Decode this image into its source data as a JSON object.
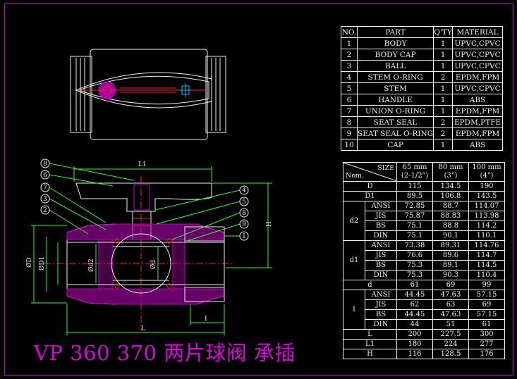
{
  "title": "VP 360 370 两片球阀 承插",
  "colors": {
    "background": "#000000",
    "frame": "#d000d0",
    "lines": "#f0f0f0",
    "hidden": "#ff2020",
    "section": "#c000c0",
    "dimension": "#20ff20",
    "accent": "#00c0ff",
    "highlight": "#ffff40"
  },
  "parts_table": {
    "headers": [
      "NO.",
      "PART",
      "Q'TY",
      "MATERIAL"
    ],
    "rows": [
      [
        "1",
        "BODY",
        "1",
        "UPVC,CPVC"
      ],
      [
        "2",
        "BODY CAP",
        "1",
        "UPVC,CPVC"
      ],
      [
        "3",
        "BALL",
        "1",
        "UPVC,CPVC"
      ],
      [
        "4",
        "STEM O-RING",
        "2",
        "EPDM,FPM"
      ],
      [
        "5",
        "STEM",
        "1",
        "UPVC,CPVC"
      ],
      [
        "6",
        "HANDLE",
        "1",
        "ABS"
      ],
      [
        "7",
        "UNION O-RING",
        "1",
        "EPDM,FPM"
      ],
      [
        "8",
        "SEAT SEAL",
        "2",
        "EPDM,PTFE"
      ],
      [
        "9",
        "SEAT SEAL O-RING",
        "2",
        "EPDM,FPM"
      ],
      [
        "10",
        "CAP",
        "1",
        "ABS"
      ]
    ]
  },
  "dim_table": {
    "corner_top": "SIZE",
    "corner_bottom": "Nom.",
    "sizes": [
      {
        "mm": "65 mm",
        "inch": "(2-1/2\")"
      },
      {
        "mm": "80 mm",
        "inch": "(3\")"
      },
      {
        "mm": "100 mm",
        "inch": "(4\")"
      }
    ],
    "rows": [
      {
        "group": "D",
        "std": "",
        "values": [
          "115",
          "134.5",
          "190"
        ]
      },
      {
        "group": "D1",
        "std": "",
        "values": [
          "89.5",
          "106.8",
          "143.5"
        ]
      },
      {
        "group": "d2",
        "std": "ANSI",
        "values": [
          "72.85",
          "88.7",
          "114.07"
        ]
      },
      {
        "group": "",
        "std": "JIS",
        "values": [
          "75.87",
          "88.83",
          "113.98"
        ]
      },
      {
        "group": "",
        "std": "BS",
        "values": [
          "75.1",
          "88.8",
          "114.2"
        ]
      },
      {
        "group": "",
        "std": "DIN",
        "values": [
          "75.1",
          "90.1",
          "110.1"
        ]
      },
      {
        "group": "d1",
        "std": "ANSI",
        "values": [
          "73.38",
          "89.31",
          "114.76"
        ]
      },
      {
        "group": "",
        "std": "JIS",
        "values": [
          "76.6",
          "89.6",
          "114.7"
        ]
      },
      {
        "group": "",
        "std": "BS",
        "values": [
          "75.3",
          "89.1",
          "114.5"
        ]
      },
      {
        "group": "",
        "std": "DIN",
        "values": [
          "75.3",
          "90.3",
          "110.4"
        ]
      },
      {
        "group": "d",
        "std": "",
        "values": [
          "61",
          "69",
          "99"
        ]
      },
      {
        "group": "I",
        "std": "ANSI",
        "values": [
          "44.45",
          "47.63",
          "57.15"
        ]
      },
      {
        "group": "",
        "std": "JIS",
        "values": [
          "62",
          "63",
          "69"
        ]
      },
      {
        "group": "",
        "std": "BS",
        "values": [
          "44.45",
          "47.63",
          "57.15"
        ]
      },
      {
        "group": "",
        "std": "DIN",
        "values": [
          "44",
          "51",
          "61"
        ]
      },
      {
        "group": "L",
        "std": "",
        "values": [
          "200",
          "227.5",
          "300"
        ]
      },
      {
        "group": "L1",
        "std": "",
        "values": [
          "180",
          "224",
          "277"
        ]
      },
      {
        "group": "H",
        "std": "",
        "values": [
          "116",
          "128.5",
          "176"
        ]
      }
    ]
  },
  "drawing": {
    "dim_labels": {
      "L1": "L1",
      "L": "L",
      "H": "H",
      "I": "I",
      "D": "ØD",
      "D1": "ØD1",
      "d2": "Ød2",
      "d": "Ød"
    },
    "balloons_left": [
      "8",
      "6",
      "7",
      "3",
      "2"
    ],
    "balloons_right": [
      "4",
      "5",
      "8",
      "9",
      "1"
    ]
  }
}
